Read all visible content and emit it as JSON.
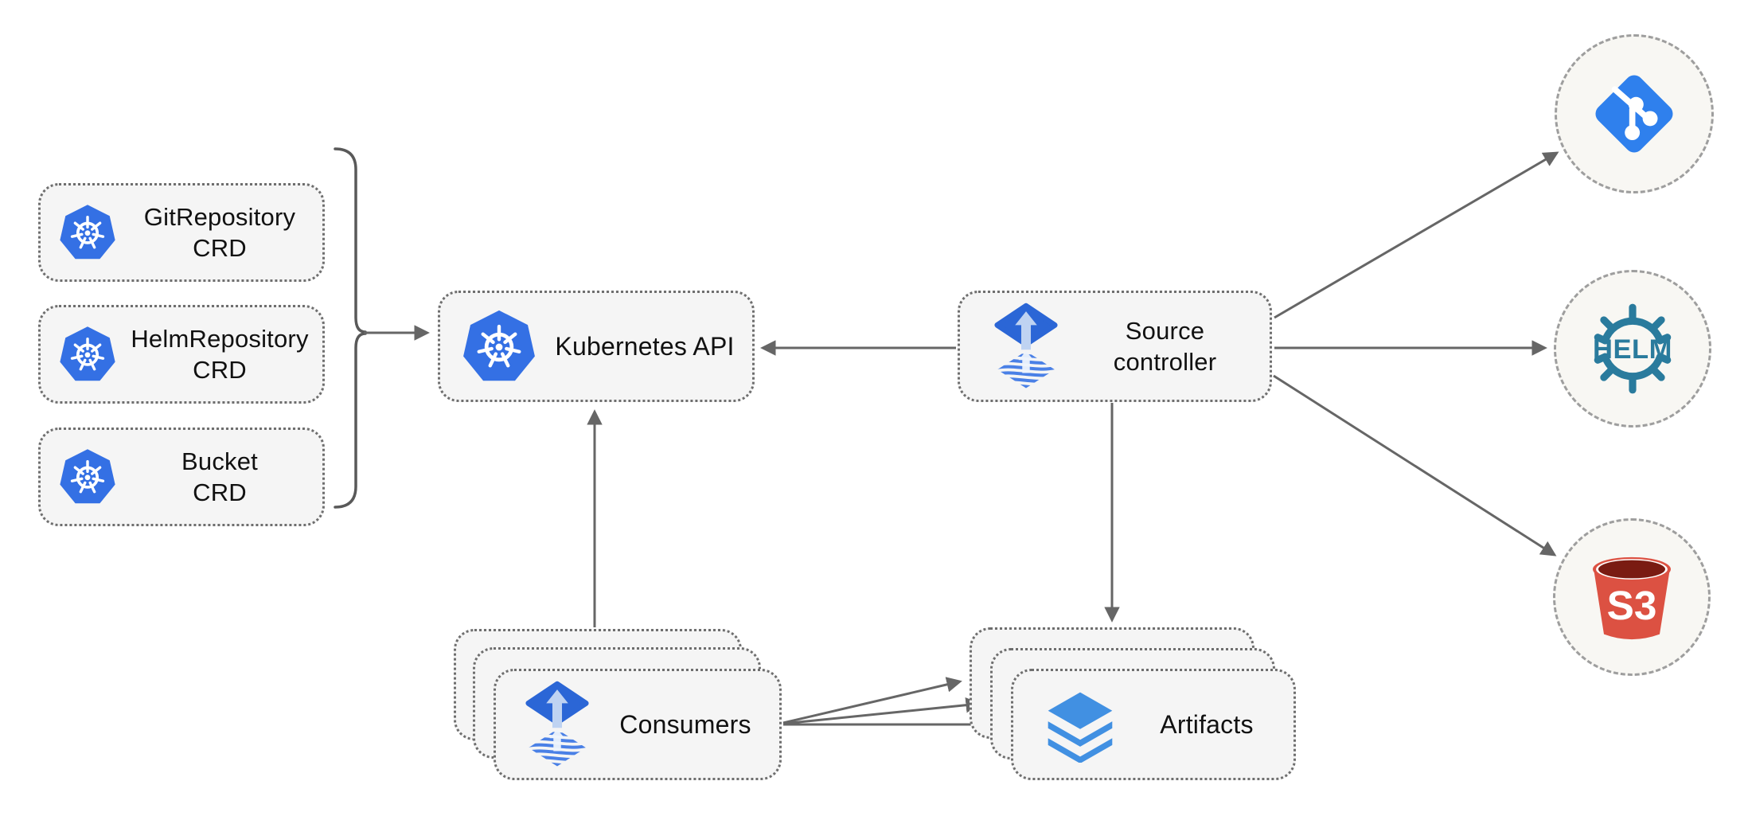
{
  "colors": {
    "canvas_bg": "#ffffff",
    "kubernetes_blue": "#3470e4",
    "flux_blue": "#2b66d6",
    "flux_stripe": "#4a80e6",
    "flux_arrow_light": "#bfd3f2",
    "git_blue": "#2f80ed",
    "helm_teal": "#2a7b9d",
    "s3_red": "#dc5142",
    "s3_dark": "#7a1b12",
    "layers_blue": "#4190e2",
    "arrow_gray": "#666666",
    "box_fill": "#f5f5f5",
    "box_border": "#6e6e6e",
    "circle_fill": "#f8f7f3",
    "circle_border": "#9e9e9e",
    "text_color": "#111111"
  },
  "nodes": {
    "gitrepository_crd": {
      "line1": "GitRepository",
      "line2": "CRD",
      "icon": "kubernetes-icon"
    },
    "helmrepository_crd": {
      "line1": "HelmRepository",
      "line2": "CRD",
      "icon": "kubernetes-icon"
    },
    "bucket_crd": {
      "line1": "Bucket",
      "line2": "CRD",
      "icon": "kubernetes-icon"
    },
    "kubernetes_api": {
      "label": "Kubernetes API",
      "icon": "kubernetes-icon"
    },
    "source_controller": {
      "line1": "Source",
      "line2": "controller",
      "icon": "flux-icon"
    },
    "consumers": {
      "label": "Consumers",
      "icon": "flux-icon",
      "stacked_cards": 3
    },
    "artifacts": {
      "label": "Artifacts",
      "icon": "layers-icon",
      "stacked_cards": 3
    },
    "git_endpoint": {
      "icon": "git-icon"
    },
    "helm_endpoint": {
      "icon": "helm-icon",
      "logo_text": "HELM"
    },
    "s3_endpoint": {
      "icon": "s3-icon",
      "logo_text": "S3"
    }
  },
  "edges": [
    {
      "from": "crd_bracket",
      "to": "kubernetes_api",
      "style": "arrow"
    },
    {
      "from": "source_controller",
      "to": "kubernetes_api",
      "style": "arrow"
    },
    {
      "from": "consumers",
      "to": "kubernetes_api",
      "style": "arrow"
    },
    {
      "from": "source_controller",
      "to": "artifacts",
      "style": "arrow"
    },
    {
      "from": "consumers",
      "to": "artifacts",
      "style": "triple-arrow-fan"
    },
    {
      "from": "source_controller",
      "to": "git_endpoint",
      "style": "arrow"
    },
    {
      "from": "source_controller",
      "to": "helm_endpoint",
      "style": "arrow"
    },
    {
      "from": "source_controller",
      "to": "s3_endpoint",
      "style": "arrow"
    }
  ]
}
